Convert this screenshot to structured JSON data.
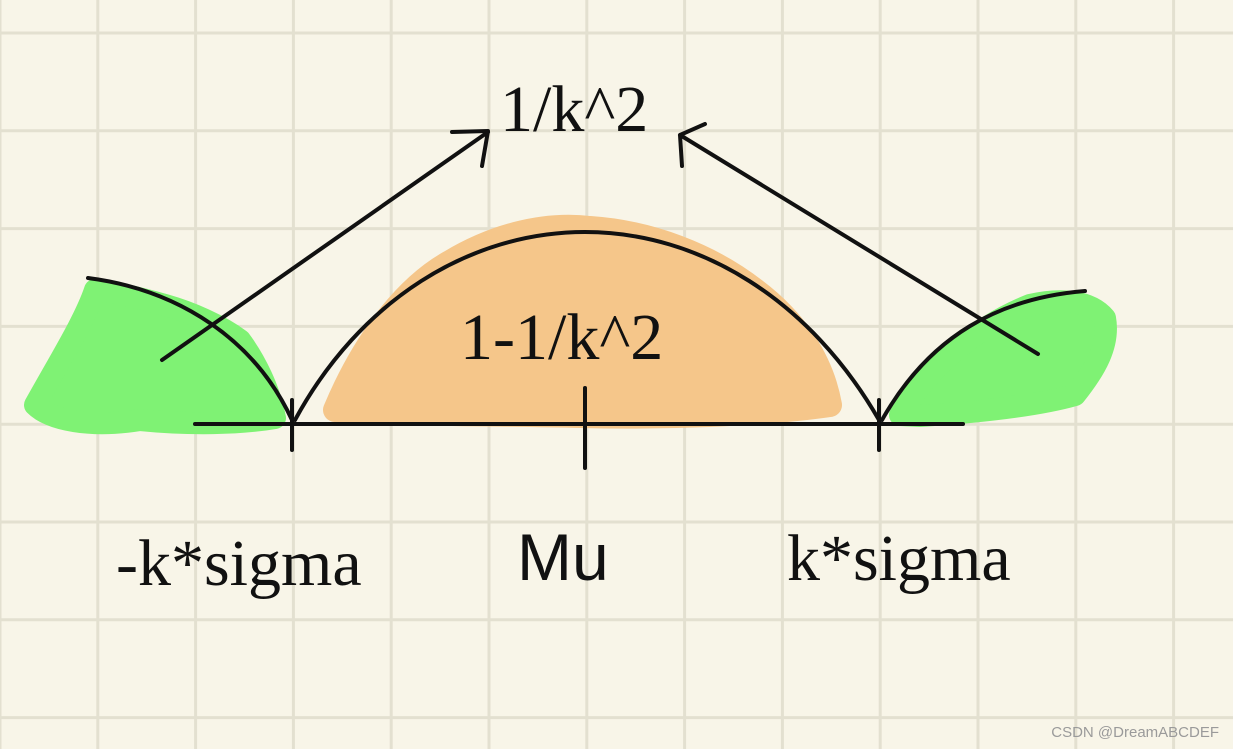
{
  "labels": {
    "tail_probability": "1/k^2",
    "center_probability": "1-1/k^2",
    "left_bound": "-k*sigma",
    "mean": "Mu",
    "right_bound": "k*sigma"
  },
  "watermark": "CSDN @DreamABCDEF",
  "colors": {
    "background": "#f8f5e8",
    "grid": "#e3e0d0",
    "tail_fill": "#7ff274",
    "center_fill": "#f5c68a",
    "ink": "#111111"
  }
}
